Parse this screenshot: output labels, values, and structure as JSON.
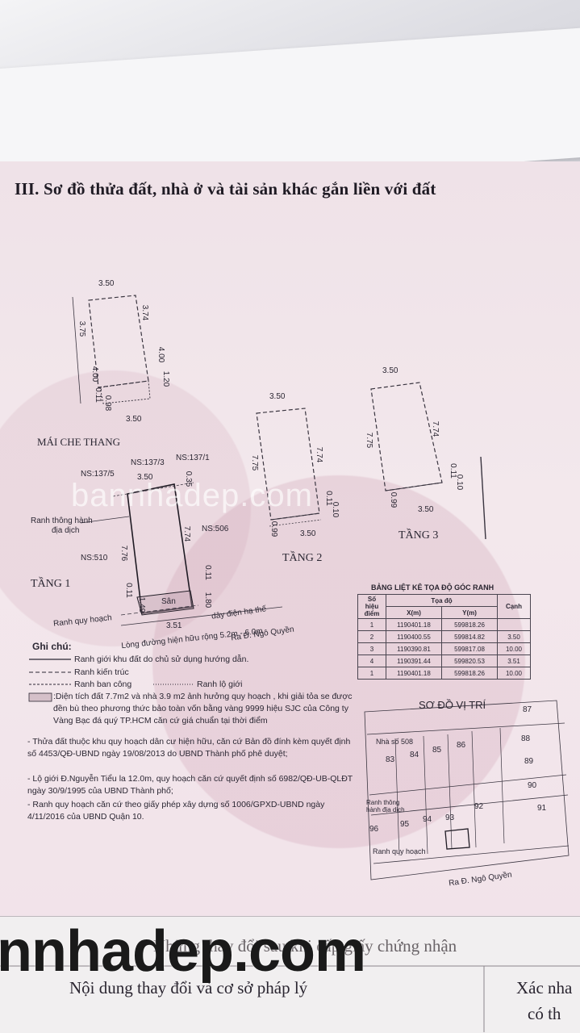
{
  "section_title": "III. Sơ đồ thửa đất, nhà ở và tài sản khác gắn liền với đất",
  "floor_labels": {
    "mai_che_thang": "MÁI CHE THANG",
    "tang1": "TẦNG 1",
    "tang2": "TẦNG 2",
    "tang3": "TẦNG 3"
  },
  "dims": {
    "roof_top": "3.50",
    "roof_left": "3.75",
    "roof_right": "3.74",
    "roof_left2": "4.00",
    "roof_right2": "4.00",
    "roof_bottom": "3.50",
    "roof_small1": "0.11",
    "roof_small2": "0.98",
    "roof_small3": "1.20",
    "t2_top": "3.50",
    "t2_left": "7.75",
    "t2_right": "7.74",
    "t2_bottom": "3.50",
    "t2_small1": "0.11",
    "t2_small2": "0.10",
    "t2_small3": "0.99",
    "t3_top": "3.50",
    "t3_left": "7.75",
    "t3_right": "7.74",
    "t3_bottom": "3.50",
    "t3_small1": "0.11",
    "t3_small2": "0.10",
    "t3_small3": "0.99",
    "t1_top": "3.50",
    "t1_left": "7.76",
    "t1_right": "7.74",
    "t1_bottom": "3.51",
    "t1_small1": "0.11",
    "t1_small2": "1.80",
    "t1_small3": "1.49",
    "t1_small4": "0.35"
  },
  "neighbor_labels": {
    "ns1375": "NS:137/5",
    "ns1373": "NS:137/3",
    "ns1371": "NS:137/1",
    "ns506": "NS:506",
    "ns510": "NS:510"
  },
  "annotations": {
    "ranh_thong_hanh": "Ranh thông hành",
    "dia_dich": "địa dịch",
    "ranh_quy_hoach": "Ranh quy hoạch",
    "san": "Sân",
    "day_dien": "dây điện hạ thế",
    "long_duong": "Lòng đường hiện hữu rộng 5.2m - 6.0m",
    "ra_ngo_quyen": "Ra Đ. Ngô Quyền"
  },
  "watermark_small": "bannhadep.com",
  "watermark_big": "nnhadep.com",
  "notes": {
    "heading": "Ghi chú:",
    "legend": [
      "Ranh giới khu đất do chủ sử dụng hướng dẫn.",
      "Ranh kiến trúc",
      "Ranh ban công",
      "Ranh lộ giới"
    ],
    "hatched_note": ":Diện tích đất 7.7m2 và nhà 3.9 m2  ảnh hưởng quy hoạch , khi giải tỏa se được đền bù theo phương thức bảo toàn vốn bằng vàng 9999 hiệu SJC của Công ty Vàng Bạc đá quý TP.HCM căn cứ giá chuẩn tại thời điểm",
    "paragraphs": [
      "- Thửa đất thuộc khu quy hoạch dân cư hiện hữu, căn cứ Bản đồ đính kèm quyết định số  4453/QĐ-UBND ngày 19/08/2013 do UBND Thành phố phê duyệt;",
      "- Lộ giới Đ.Nguyễn Tiểu la 12.0m, quy hoạch căn cứ quyết định số 6982/QĐ-UB-QLĐT ngày 30/9/1995 của UBND Thành phố;",
      "- Ranh quy hoạch căn cứ theo giấy phép xây dựng số 1006/GPXD-UBND ngày 4/11/2016 của UBND Quận 10."
    ]
  },
  "coords_table": {
    "title": "BẢNG LIỆT KÊ TỌA ĐỘ GÓC RANH",
    "h_point": "Số hiệu điểm",
    "h_coord": "Tọa độ",
    "h_x": "X(m)",
    "h_y": "Y(m)",
    "h_edge": "Cạnh",
    "rows": [
      [
        "1",
        "1190401.18",
        "599818.26",
        ""
      ],
      [
        "2",
        "1190400.55",
        "599814.82",
        "3.50"
      ],
      [
        "3",
        "1190390.81",
        "599817.08",
        "10.00"
      ],
      [
        "4",
        "1190391.44",
        "599820.53",
        "3.51"
      ],
      [
        "1",
        "1190401.18",
        "599818.26",
        "10.00"
      ]
    ]
  },
  "location_map": {
    "title": "SƠ ĐỒ VỊ TRÍ",
    "lots": [
      "87",
      "88",
      "89",
      "90",
      "91",
      "92",
      "83",
      "84",
      "85",
      "86",
      "96",
      "95",
      "94",
      "93"
    ],
    "nha_so": "Nhà số 508",
    "ranh_thong_hanh": "Ranh thông hành địa dịch",
    "ranh_quy_hoach": "Ranh quy hoạch",
    "ra_ngo_quyen": "Ra Đ. Ngô Quyền"
  },
  "bottom": {
    "row1": "Những thay đổi sau khi cấp giấy chứng nhận",
    "col1": "Nội dung thay đổi và cơ sở pháp lý",
    "col2": "Xác nha",
    "col2b": "có th"
  }
}
